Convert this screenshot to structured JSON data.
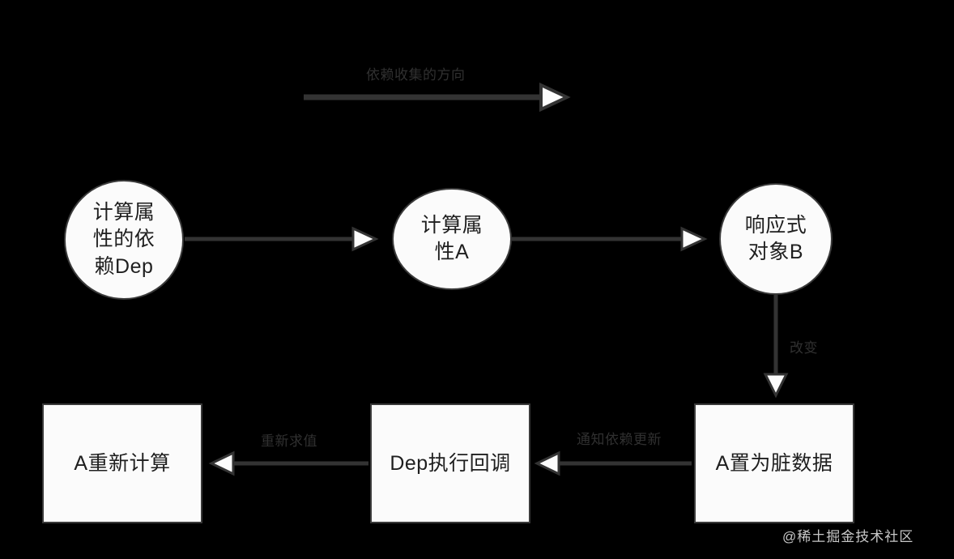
{
  "diagram": {
    "title": "Vue computed property dependency flow",
    "background_color": "#000000",
    "node_fill": "#fbfbfb",
    "node_stroke": "#3a3a3a",
    "edge_color": "#333333",
    "edge_label_color": "#303030",
    "nodes": [
      {
        "id": "dep",
        "shape": "circle",
        "label": "计算属\n性的依\n赖Dep"
      },
      {
        "id": "computed_a",
        "shape": "circle",
        "label": "计算属\n性A"
      },
      {
        "id": "reactive_b",
        "shape": "circle",
        "label": "响应式\n对象B"
      },
      {
        "id": "recompute_a",
        "shape": "rect",
        "label": "A重新计算"
      },
      {
        "id": "dep_callback",
        "shape": "rect",
        "label": "Dep执行回调"
      },
      {
        "id": "a_dirty",
        "shape": "rect",
        "label": "A置为脏数据"
      }
    ],
    "edges": [
      {
        "id": "top-overview",
        "from": "dep",
        "to": "reactive_b",
        "label": "依赖收集的方向"
      },
      {
        "id": "dep-to-a",
        "from": "dep",
        "to": "computed_a",
        "label": ""
      },
      {
        "id": "a-to-b",
        "from": "computed_a",
        "to": "reactive_b",
        "label": ""
      },
      {
        "id": "b-to-dirty",
        "from": "reactive_b",
        "to": "a_dirty",
        "label": "改变"
      },
      {
        "id": "dirty-to-callback",
        "from": "a_dirty",
        "to": "dep_callback",
        "label": "通知依赖更新"
      },
      {
        "id": "callback-to-recompute",
        "from": "dep_callback",
        "to": "recompute_a",
        "label": "重新求值"
      }
    ]
  },
  "watermark": {
    "text": "@稀土掘金技术社区"
  }
}
